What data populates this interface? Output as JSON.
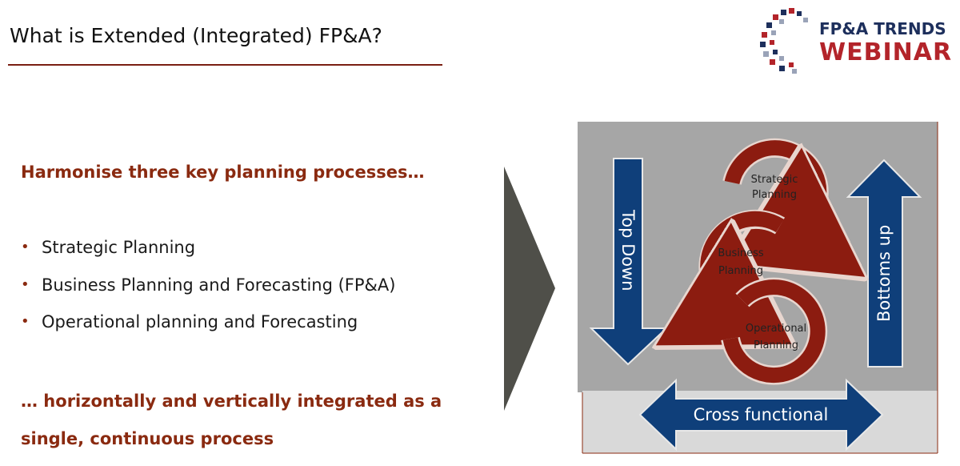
{
  "title": "What is Extended (Integrated) FP&A?",
  "logo": {
    "top_text": "FP&A TRENDS",
    "bottom_text": "WEBINAR"
  },
  "heading": "Harmonise three key planning processes…",
  "bullets": [
    "Strategic Planning",
    "Business Planning and Forecasting (FP&A)",
    "Operational planning and Forecasting"
  ],
  "conclusion": "… horizontally and vertically integrated as a single, continuous process",
  "diagram": {
    "top_down": "Top Down",
    "bottoms_up": "Bottoms up",
    "cross_functional": "Cross functional",
    "strategic_line1": "Strategic",
    "strategic_line2": "Planning",
    "business_line1": "Business",
    "business_line2": "Planning",
    "operational_line1": "Operational",
    "operational_line2": "Planning"
  },
  "colors": {
    "accent_red": "#8a2a10",
    "arrow_blue": "#0f3f7a",
    "cycle_red": "#8c1c10",
    "diagram_gray": "#a6a6a6",
    "footer_gray": "#d9d9d9"
  }
}
